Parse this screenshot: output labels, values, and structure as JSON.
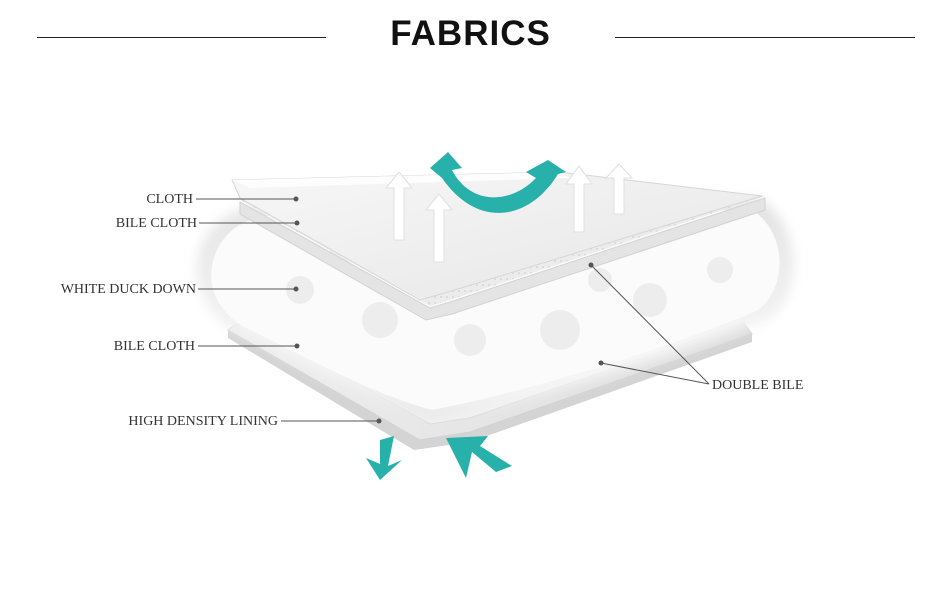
{
  "header": {
    "title": "FABRICS"
  },
  "labels": {
    "cloth": "CLOTH",
    "bile_cloth_top": "BILE CLOTH",
    "white_duck_down": "WHITE DUCK DOWN",
    "bile_cloth_bottom": "BILE CLOTH",
    "high_density_lining": "HIGH DENSITY LINING",
    "double_bile": "DOUBLE BILE"
  },
  "colors": {
    "accent_teal": "#28b1ab",
    "line": "#555555",
    "text": "#333333"
  },
  "icons": [
    "airflow-arrow-icon",
    "moisture-arrow-icon"
  ]
}
